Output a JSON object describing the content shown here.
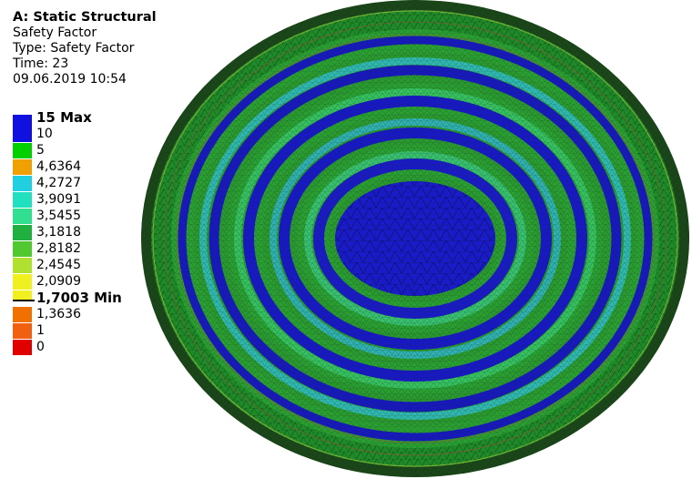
{
  "header": {
    "title": "A: Static Structural",
    "result_name": "Safety Factor",
    "type_line": "Type: Safety Factor",
    "time_line": "Time: 23",
    "date_line": "09.06.2019 10:54"
  },
  "legend": {
    "max_label": "15 Max",
    "min_label": "1,7003 Min",
    "entries": [
      {
        "label": "15 Max",
        "color": "#1010e0",
        "bold": true
      },
      {
        "label": "10",
        "color": "#1010e0"
      },
      {
        "label": "5",
        "color": "#00d000"
      },
      {
        "label": "4,6364",
        "color": "#f0a000"
      },
      {
        "label": "4,2727",
        "color": "#20d0e0"
      },
      {
        "label": "3,9091",
        "color": "#20e0c0"
      },
      {
        "label": "3,5455",
        "color": "#30e090"
      },
      {
        "label": "3,1818",
        "color": "#20b040"
      },
      {
        "label": "2,8182",
        "color": "#50c830"
      },
      {
        "label": "2,4545",
        "color": "#b0e030"
      },
      {
        "label": "2,0909",
        "color": "#f0f020"
      },
      {
        "label": "1,7003 Min",
        "color": "#f0f020",
        "bold": true
      },
      {
        "label": "1,3636",
        "color": "#f07000"
      },
      {
        "label": "1",
        "color": "#f06010"
      },
      {
        "label": "0",
        "color": "#e00000"
      }
    ]
  },
  "colors": {
    "blue_band": "#1a1ac8",
    "green_band": "#1f9a2a",
    "light_green": "#38c050",
    "cyan_band": "#30b0b8",
    "mesh_dark": "#0a3a10",
    "outer_rim": "#2a5a28"
  }
}
